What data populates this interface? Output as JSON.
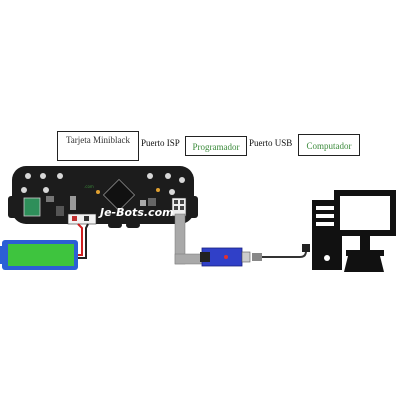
{
  "boxes": {
    "board": "Tarjeta Miniblack",
    "programmer": "Programador",
    "computer": "Computador"
  },
  "ports": {
    "isp": "Puerto ISP",
    "usb": "Puerto USB"
  },
  "board_brand": "Je-Bots.com",
  "colors": {
    "board_black": "#1c1c1c",
    "board_text": "#3a8a3a",
    "battery_blue": "#2c5fd6",
    "battery_green": "#3ec43e",
    "programmer_blue": "#3040c8",
    "cable_gray": "#a9a9a9",
    "computer_black": "#111111"
  }
}
